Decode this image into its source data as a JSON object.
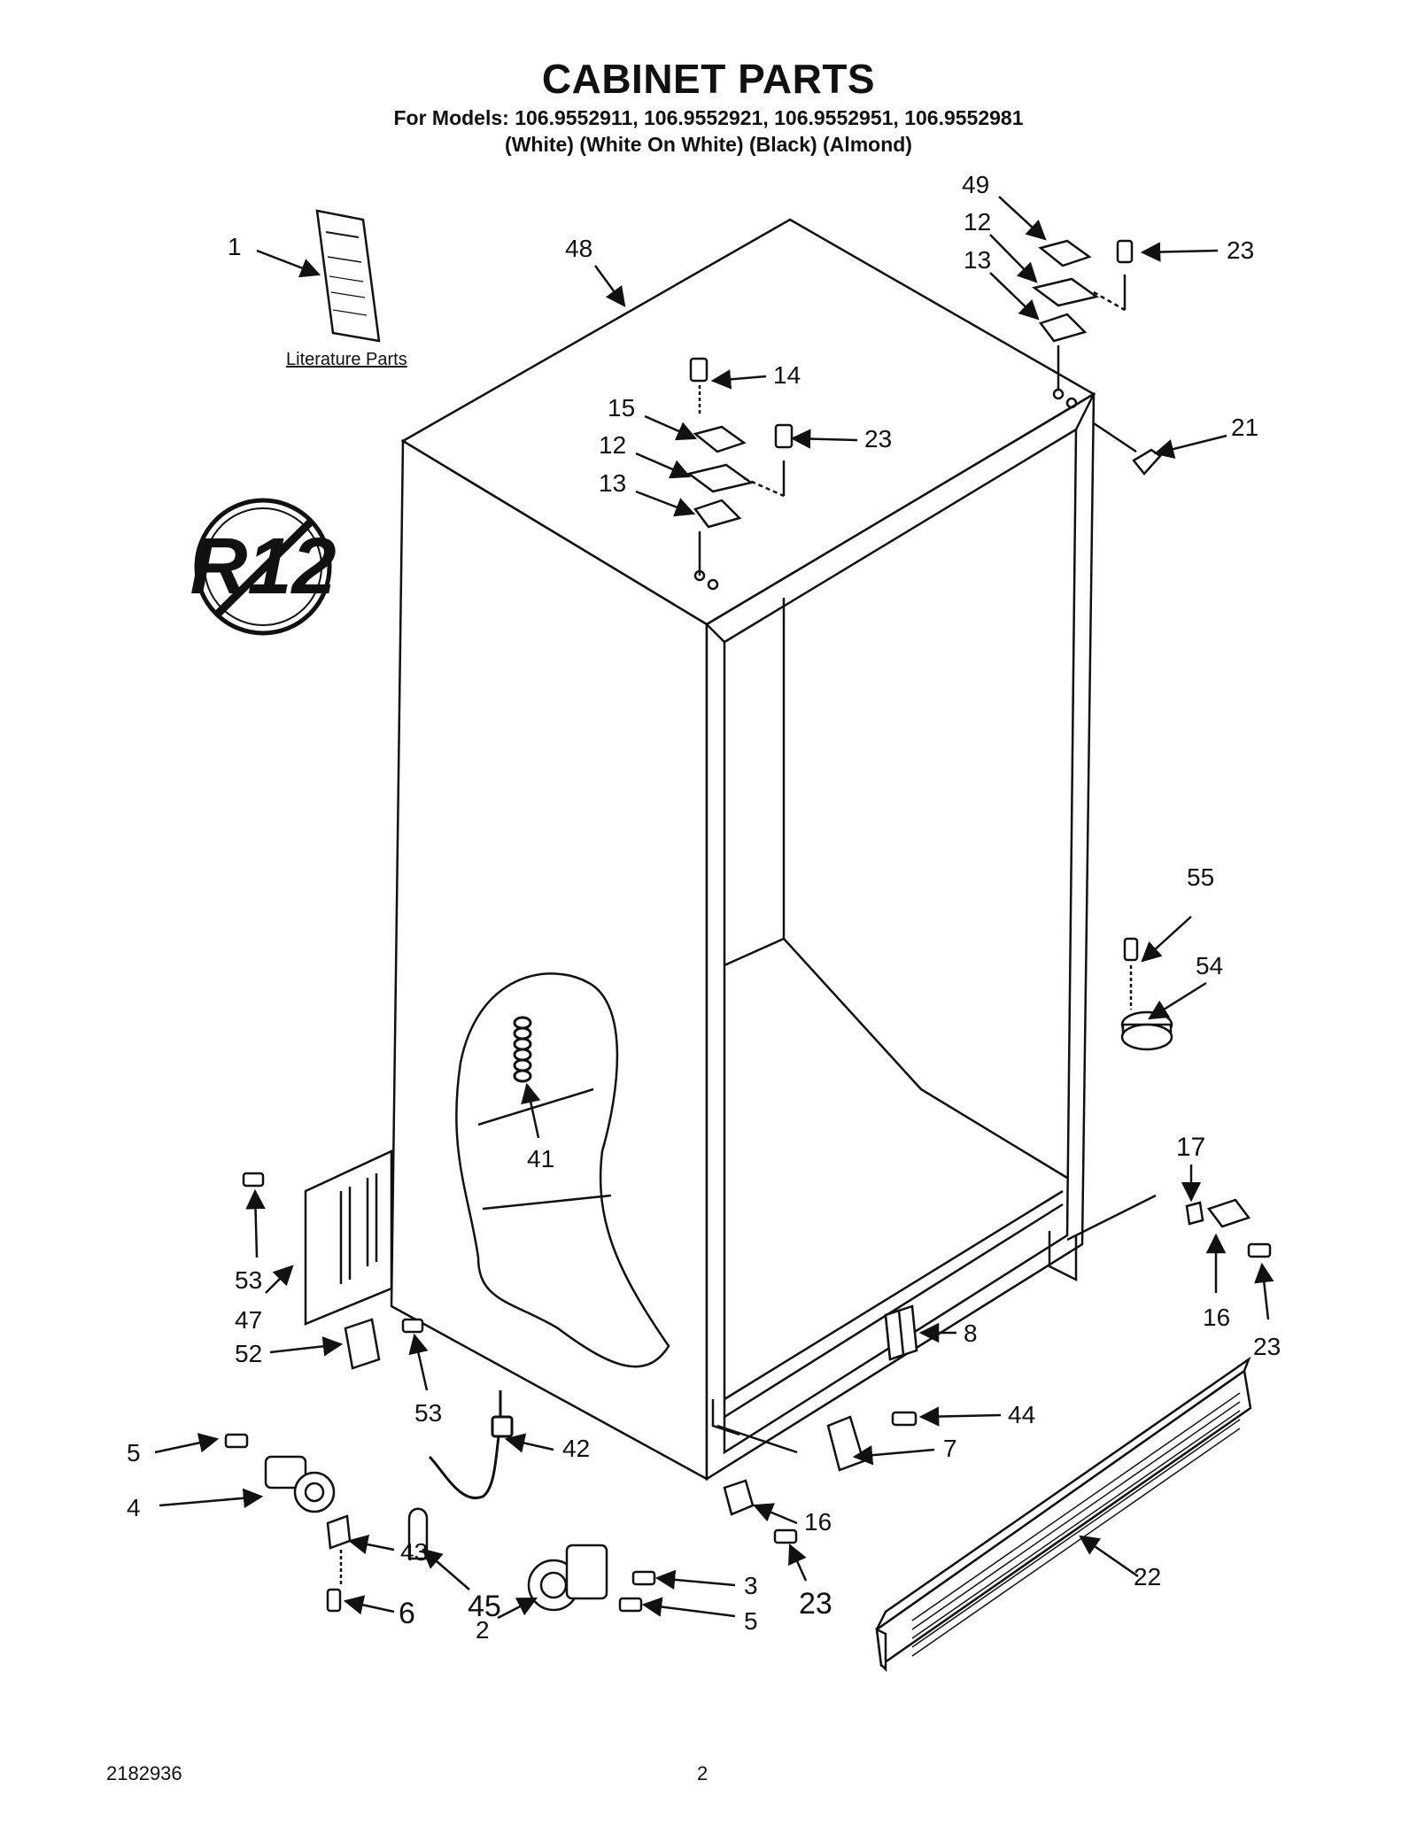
{
  "title": "CABINET PARTS",
  "models_line": "For Models: 106.9552911, 106.9552921, 106.9552951, 106.9552981",
  "colors_line": "(White) (White On White)  (Black) (Almond)",
  "literature_label": "Literature Parts",
  "badge_text": "R12",
  "doc_number": "2182936",
  "page_number": "2",
  "callouts": [
    "1",
    "48",
    "49",
    "12",
    "13",
    "23",
    "14",
    "15",
    "12",
    "13",
    "23",
    "21",
    "55",
    "54",
    "41",
    "17",
    "53",
    "47",
    "52",
    "53",
    "16",
    "23",
    "8",
    "44",
    "7",
    "42",
    "5",
    "4",
    "43",
    "45",
    "6",
    "2",
    "3",
    "5",
    "23",
    "16",
    "22"
  ]
}
